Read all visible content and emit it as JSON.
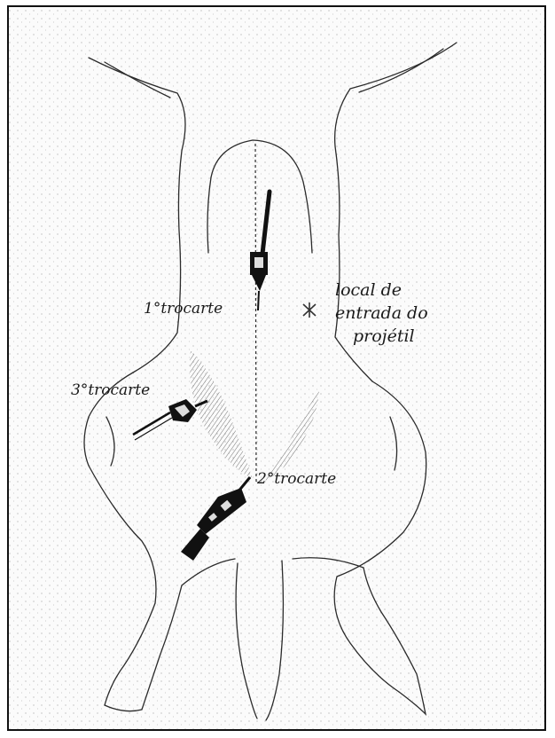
{
  "labels": {
    "first_trocar": "1°trocarte",
    "second_trocar": "2°trocarte",
    "third_trocar": "3°trocarte",
    "entry_site_line1": "local de",
    "entry_site_line2": "entrada do",
    "entry_site_line3": "projétil"
  },
  "colors": {
    "line": "#2a2a2a",
    "instrument": "#111111",
    "shading": "#555555",
    "background": "#fbfbfb"
  }
}
